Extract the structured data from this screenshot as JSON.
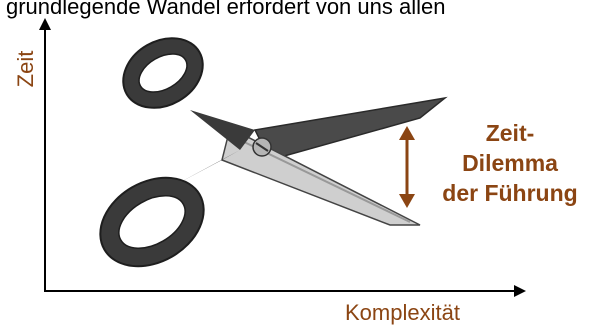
{
  "header_text": "grundlegende Wandel erfordert von uns allen",
  "axes": {
    "y_label": "Zeit",
    "x_label": "Komplexität"
  },
  "dilemma": {
    "line1": "Zeit-",
    "line2": "Dilemma",
    "line3": "der Führung"
  },
  "colors": {
    "accent_brown": "#8b4513",
    "handle_dark": "#3a3a3a",
    "blade_light": "#c9c9c9",
    "blade_dark": "#4a4a4a"
  },
  "icons": [
    "scissors-icon",
    "double-arrow-icon"
  ]
}
